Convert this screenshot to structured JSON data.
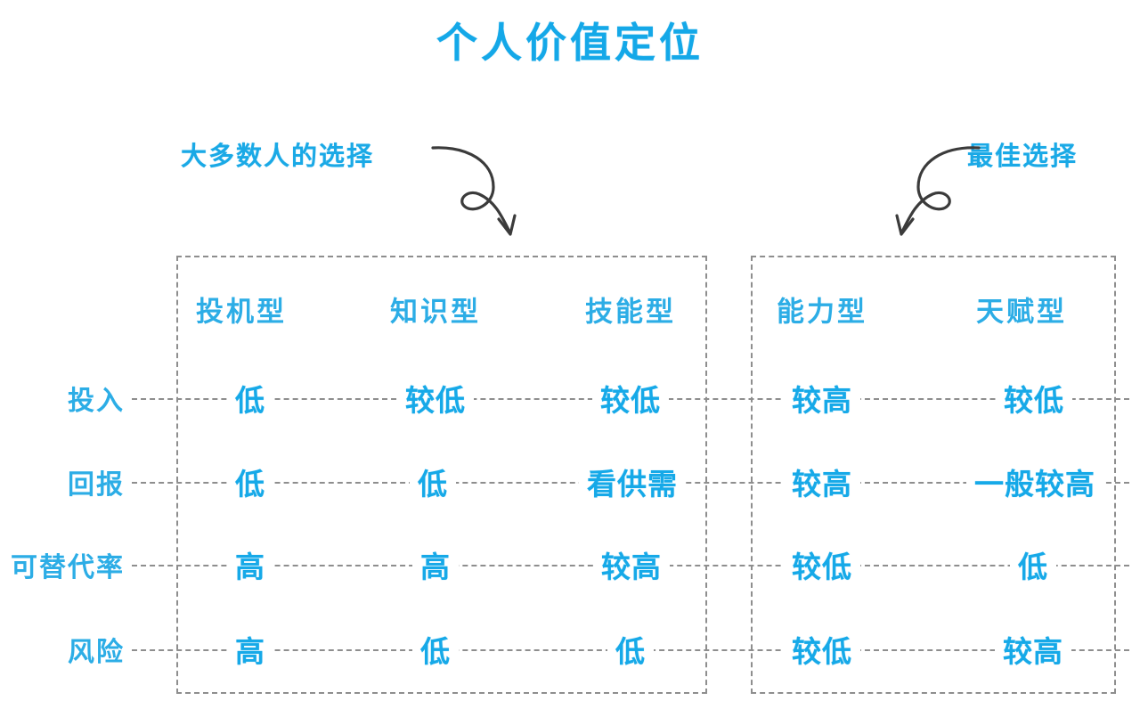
{
  "page": {
    "title": "个人价值定位",
    "accent_color": "#16a9e8",
    "dash_color": "#8e8e8e",
    "background": "#ffffff"
  },
  "annotations": [
    {
      "id": "most-people",
      "text": "大多数人的选择",
      "points_to": "left-group",
      "arrow": "curved-down-right"
    },
    {
      "id": "best-choice",
      "text": "最佳选择",
      "points_to": "right-group",
      "arrow": "curved-down-left"
    }
  ],
  "table": {
    "row_header_label": "",
    "row_headers": [
      "投入",
      "回报",
      "可替代率",
      "风险"
    ],
    "groups": [
      {
        "id": "left-group",
        "columns": [
          "投机型",
          "知识型",
          "技能型"
        ],
        "rows": [
          [
            "低",
            "较低",
            "较低"
          ],
          [
            "低",
            "低",
            "看供需"
          ],
          [
            "高",
            "高",
            "较高"
          ],
          [
            "高",
            "低",
            "低"
          ]
        ]
      },
      {
        "id": "right-group",
        "columns": [
          "能力型",
          "天赋型"
        ],
        "rows": [
          [
            "较高",
            "较低"
          ],
          [
            "较高",
            "一般较高"
          ],
          [
            "较低",
            "低"
          ],
          [
            "较低",
            "较高"
          ]
        ]
      }
    ]
  }
}
